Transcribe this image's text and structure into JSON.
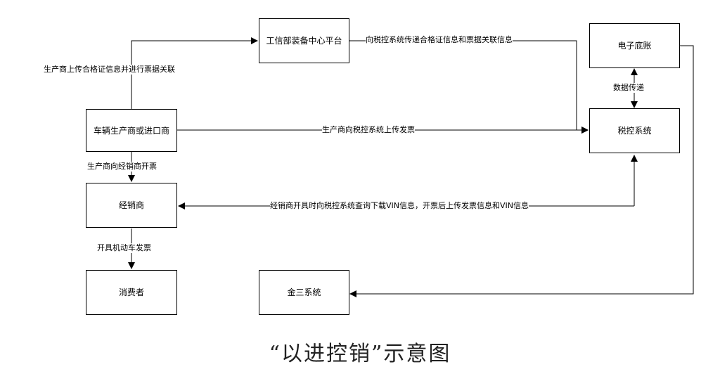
{
  "nodes": {
    "miit": "工信部装备中心平台",
    "invoice_ledger": "电子底账",
    "manufacturer": "车辆生产商或进口商",
    "tax_system": "税控系统",
    "dealer": "经销商",
    "consumer": "消费者",
    "golden_tax": "金三系统"
  },
  "edges": {
    "mfr_to_miit": "生产商上传合格证信息并进行票据关联",
    "miit_to_tax": "向税控系统传递合格证信息和票据关联信息",
    "ledger_tax": "数据传递",
    "mfr_to_tax": "生产商向税控系统上传发票",
    "mfr_to_dealer": "生产商向经销商开票",
    "tax_dealer": "经销商开具时向税控系统查询下载VIN信息，开票后上传发票信息和VIN信息",
    "dealer_to_consumer": "开具机动车发票"
  },
  "title": "“以进控销”示意图"
}
